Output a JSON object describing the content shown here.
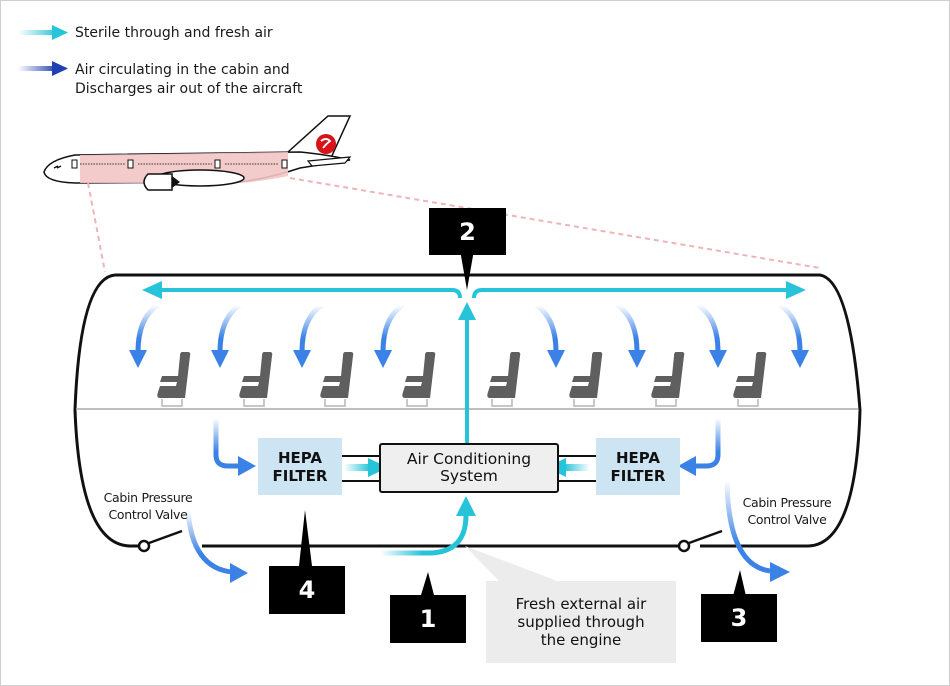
{
  "legend": {
    "items": [
      {
        "icon": "cyan-arrow-icon",
        "label": "Sterile through and fresh air",
        "color": "#26c3d9"
      },
      {
        "icon": "blue-arrow-icon",
        "label_line1": "Air circulating in the cabin and",
        "label_line2": "Discharges air out of the aircraft",
        "color": "#1f3fb5"
      }
    ]
  },
  "diagram": {
    "hepa_left": {
      "line1": "HEPA",
      "line2": "FILTER"
    },
    "hepa_right": {
      "line1": "HEPA",
      "line2": "FILTER"
    },
    "air_conditioning": {
      "line1": "Air Conditioning",
      "line2": "System"
    },
    "valve_left": {
      "line1": "Cabin Pressure",
      "line2": "Control Valve"
    },
    "valve_right": {
      "line1": "Cabin Pressure",
      "line2": "Control Valve"
    },
    "fresh_air_note": {
      "line1": "Fresh external air",
      "line2": "supplied through",
      "line3": "the engine"
    },
    "callouts": [
      "1",
      "2",
      "3",
      "4"
    ],
    "seat_count": 8
  },
  "colors": {
    "fresh_air": "#26c3d9",
    "circulating_air": "#3b82e6",
    "hepa_fill": "#cde5f3",
    "cabin_highlight": "#f3c5c5",
    "logo_red": "#d7141a"
  }
}
